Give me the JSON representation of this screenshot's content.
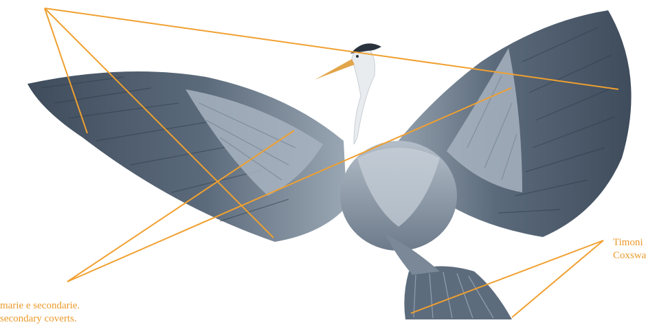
{
  "illustration": {
    "subject": "heron-spread-wings",
    "colors": {
      "leader_line": "#F0A030",
      "label_text": "#EB9A2C",
      "feather_dark": "#3F4C5C",
      "feather_mid": "#6C7C8E",
      "feather_light": "#A9B5C2",
      "neck": "#E9ECEF",
      "beak": "#E2A54A",
      "crest": "#2A333D"
    }
  },
  "labels": {
    "tail": {
      "line1": "Timoni",
      "line2": "Coxswa"
    },
    "coverts": {
      "line1": "marie e secondarie.",
      "line2": "secondary coverts."
    }
  }
}
